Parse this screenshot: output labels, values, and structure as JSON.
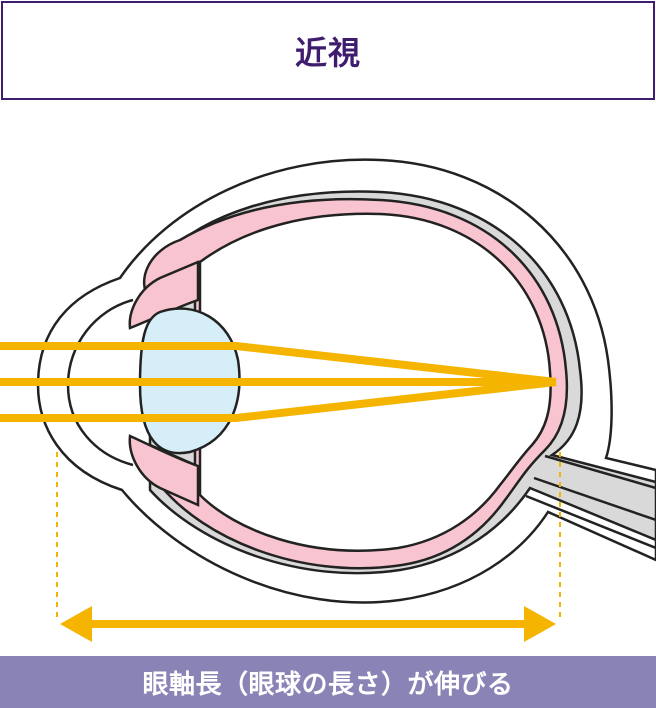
{
  "title": "近視",
  "caption": "眼軸長（眼球の長さ）が伸びる",
  "colors": {
    "title_text": "#3f1d6e",
    "title_border": "#3f1d6e",
    "light_rays": "#f5b400",
    "retina_layer": "#f8c4cf",
    "sclera_layer": "#d9d9d9",
    "lens_fill": "#d6eef8",
    "outline": "#222222",
    "caption_bar": "#8a84b6",
    "caption_text": "#ffffff"
  },
  "icons": {
    "axial_length_arrow": "double-headed-arrow"
  }
}
